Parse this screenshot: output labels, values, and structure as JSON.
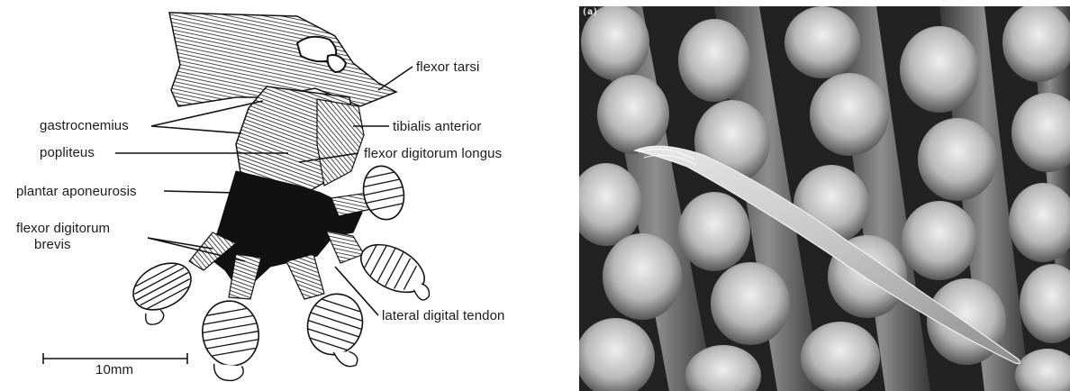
{
  "left_figure": {
    "labels": {
      "flexor_tarsi": "flexor tarsi",
      "gastrocnemius": "gastrocnemius",
      "tibialis_anterior": "tibialis anterior",
      "popliteus": "popliteus",
      "flexor_digitorum_longus": "flexor digitorum longus",
      "plantar_aponeurosis": "plantar aponeurosis",
      "flexor_digitorum_brevis_line1": "flexor digitorum",
      "flexor_digitorum_brevis_line2": "brevis",
      "lateral_digital_tendon": "lateral digital tendon"
    },
    "scale_bar": {
      "label": "10mm"
    }
  },
  "right_figure": {
    "panel_label": "(a)"
  },
  "colors": {
    "ink": "#111111",
    "paper": "#ffffff",
    "sem_background": "#1c1c1c",
    "sem_setae": "#d6d6d6"
  }
}
